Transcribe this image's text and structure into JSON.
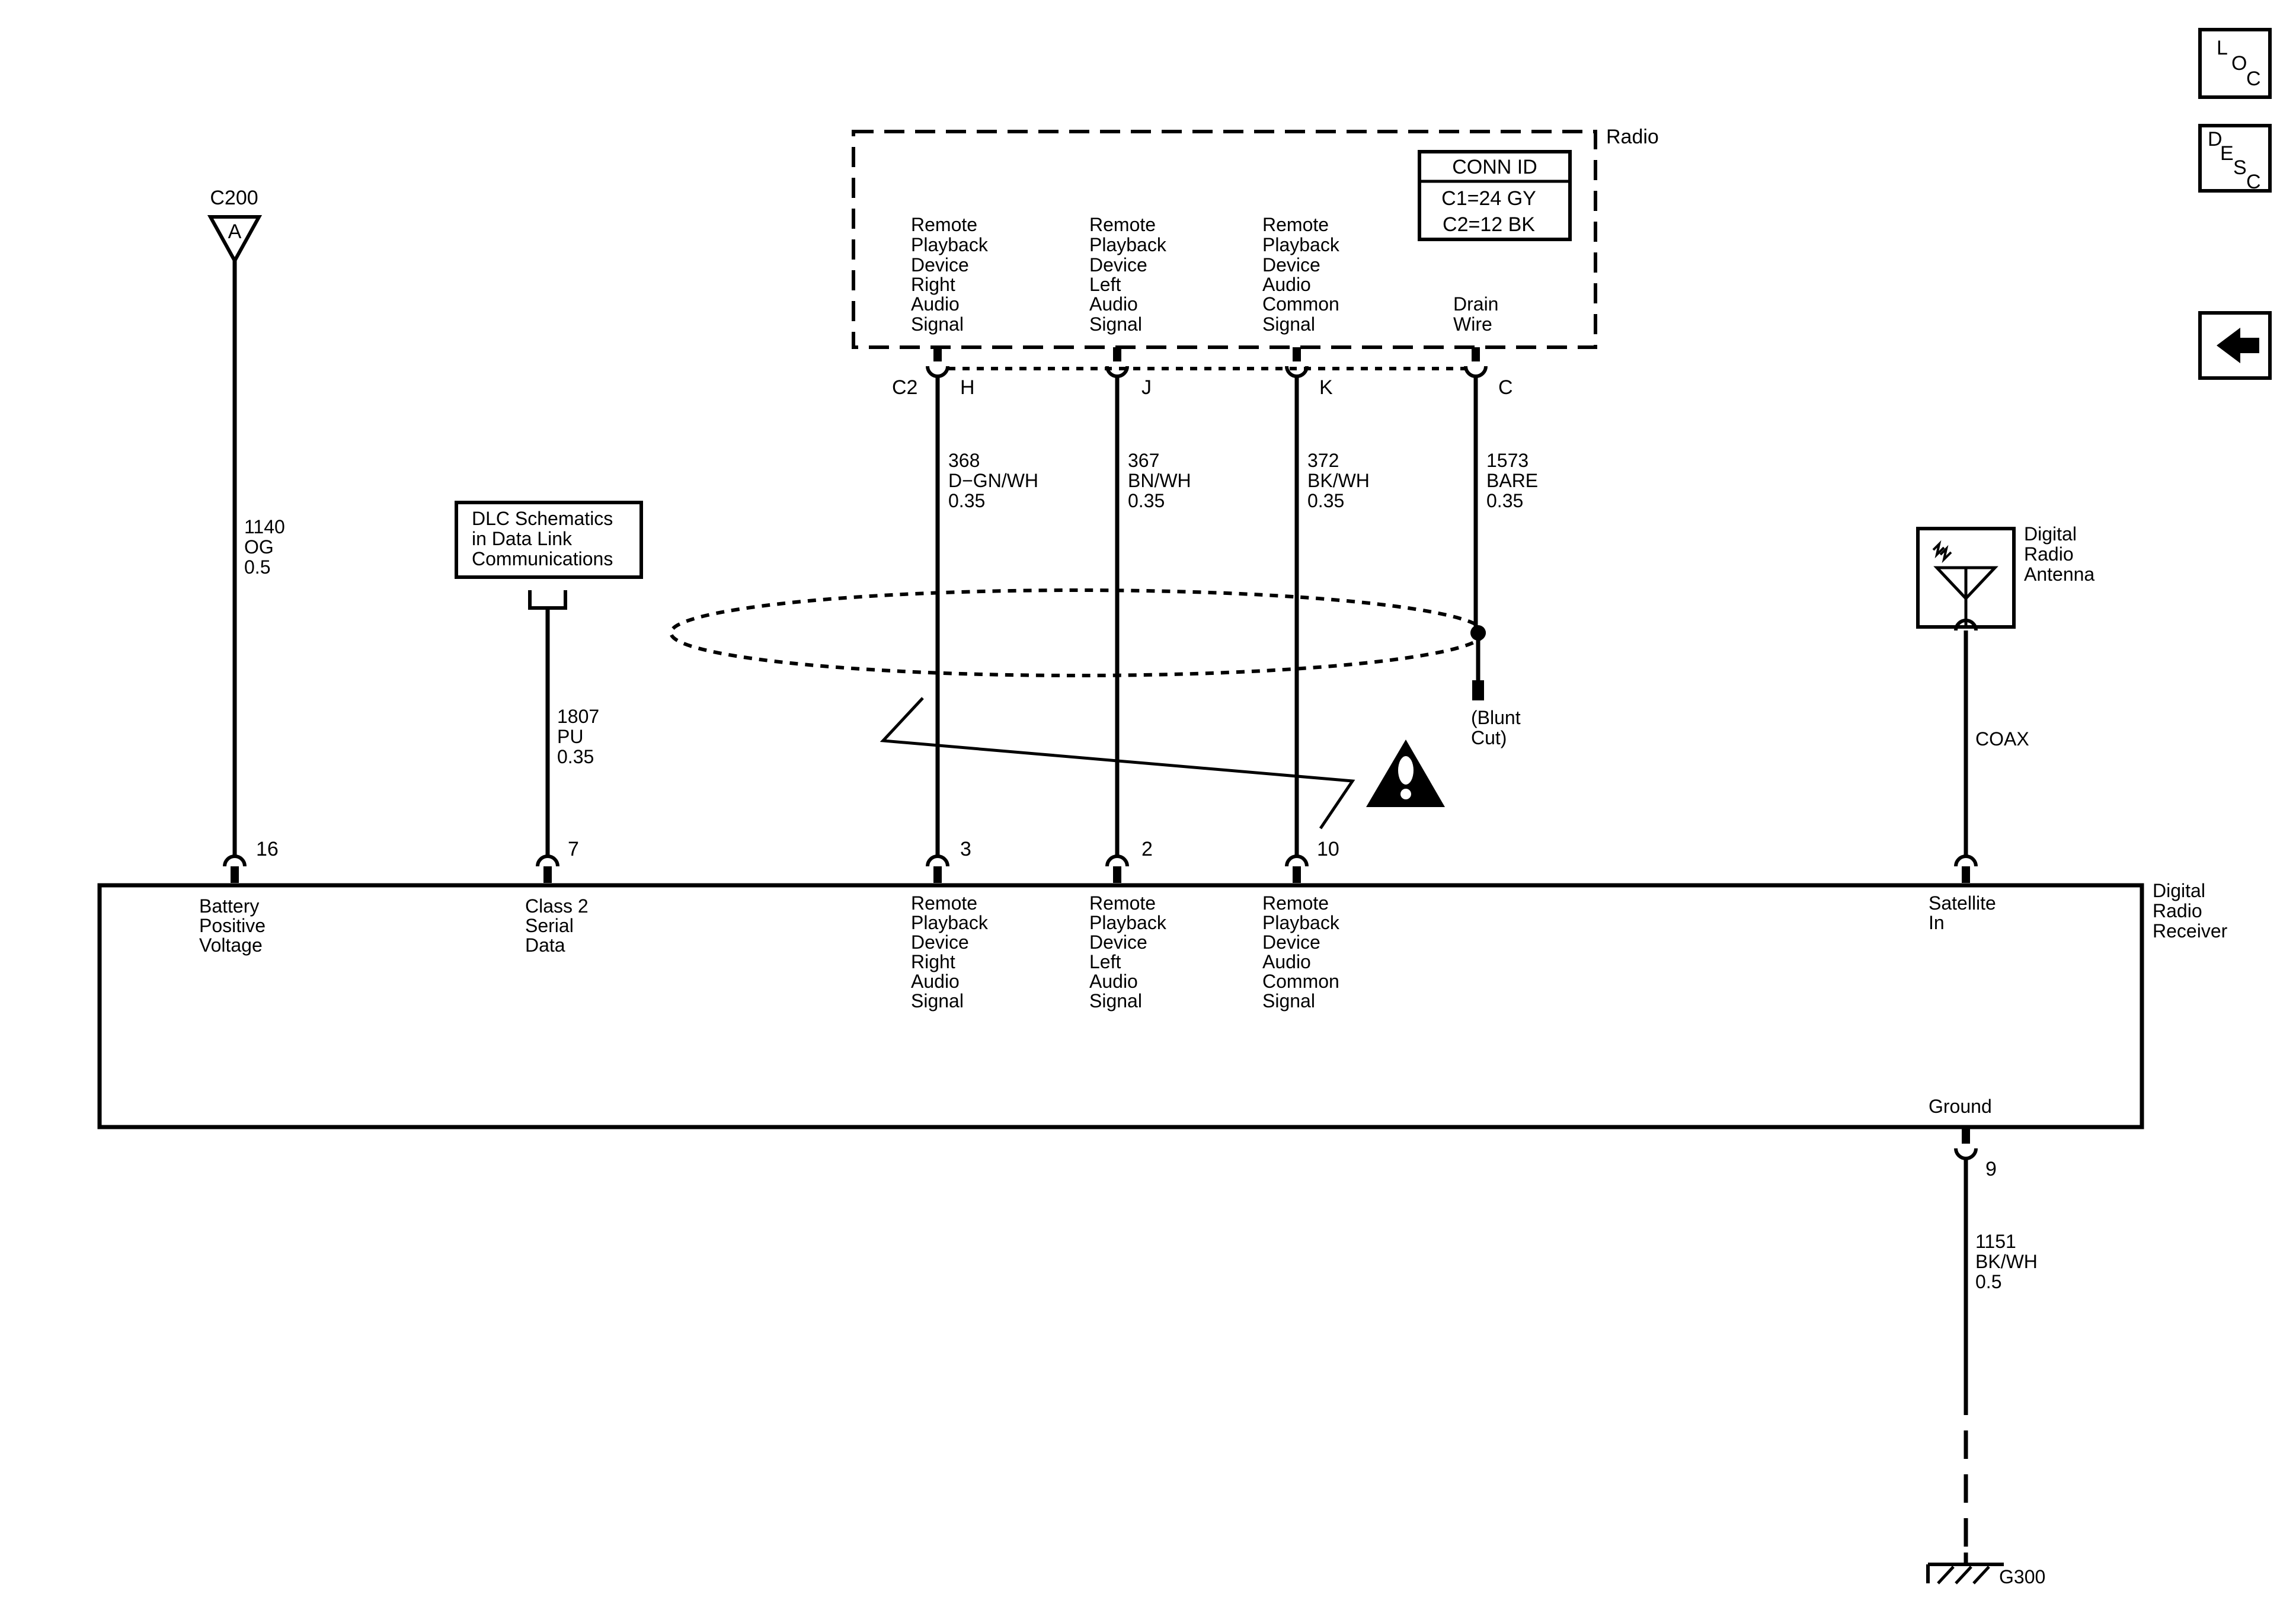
{
  "nav": {
    "loc": [
      "L",
      "O",
      "C"
    ],
    "desc": [
      "D",
      "E",
      "S",
      "C"
    ],
    "back_icon": "left-arrow-icon"
  },
  "radio": {
    "name": "Radio",
    "conn_id_title": "CONN ID",
    "conn_ids": [
      "C1=24 GY",
      "C2=12 BK"
    ],
    "connector": "C2",
    "terminals": [
      {
        "desc": [
          "Remote",
          "Playback",
          "Device",
          "Right",
          "Audio",
          "Signal"
        ],
        "pin": "H"
      },
      {
        "desc": [
          "Remote",
          "Playback",
          "Device",
          "Left",
          "Audio",
          "Signal"
        ],
        "pin": "J"
      },
      {
        "desc": [
          "Remote",
          "Playback",
          "Device",
          "Audio",
          "Common",
          "Signal"
        ],
        "pin": "K"
      },
      {
        "desc": [
          "Drain",
          "Wire"
        ],
        "pin": "C"
      }
    ]
  },
  "connector_c200": {
    "name": "C200",
    "pin": "A"
  },
  "dlc_box": [
    "DLC Schematics",
    "in Data Link",
    "Communications"
  ],
  "wires": [
    [
      "1140",
      "OG",
      "0.5"
    ],
    [
      "1807",
      "PU",
      "0.35"
    ],
    [
      "368",
      "D−GN/WH",
      "0.35"
    ],
    [
      "367",
      "BN/WH",
      "0.35"
    ],
    [
      "372",
      "BK/WH",
      "0.35"
    ],
    [
      "1573",
      "BARE",
      "0.35"
    ],
    [
      "COAX"
    ],
    [
      "1151",
      "BK/WH",
      "0.5"
    ]
  ],
  "blunt_cut": [
    "(Blunt",
    "Cut)"
  ],
  "antenna": [
    "Digital",
    "Radio",
    "Antenna"
  ],
  "receiver": {
    "name": [
      "Digital",
      "Radio",
      "Receiver"
    ],
    "terminals": [
      {
        "pin": "16",
        "desc": [
          "Battery",
          "Positive",
          "Voltage"
        ]
      },
      {
        "pin": "7",
        "desc": [
          "Class 2",
          "Serial",
          "Data"
        ]
      },
      {
        "pin": "3",
        "desc": [
          "Remote",
          "Playback",
          "Device",
          "Right",
          "Audio",
          "Signal"
        ]
      },
      {
        "pin": "2",
        "desc": [
          "Remote",
          "Playback",
          "Device",
          "Left",
          "Audio",
          "Signal"
        ]
      },
      {
        "pin": "10",
        "desc": [
          "Remote",
          "Playback",
          "Device",
          "Audio",
          "Common",
          "Signal"
        ]
      },
      {
        "pin": "",
        "desc": [
          "Satellite",
          "In"
        ]
      }
    ],
    "ground_label": "Ground",
    "ground_pin": "9"
  },
  "ground": "G300"
}
